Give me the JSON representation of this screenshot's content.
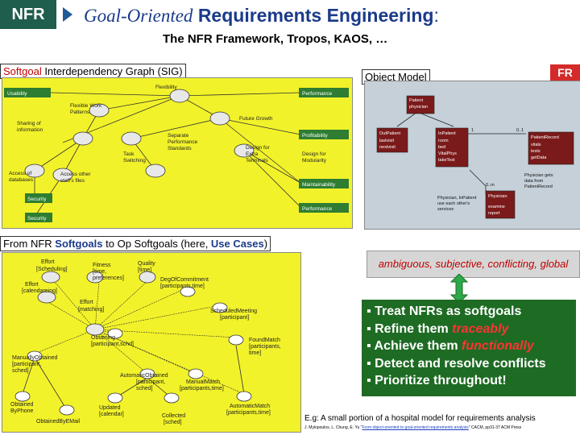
{
  "badge": "NFR",
  "title": {
    "italic": "Goal-Oriented",
    "bold": "Requirements Engineering",
    "colon": ":"
  },
  "subtitle": "The NFR Framework, Tropos, KAOS, …",
  "sig": {
    "label_prefix": "Softgoal",
    "label_rest": " Interdependency Graph (SIG)",
    "nodes": [
      "Usability",
      "Flexibility",
      "Performance",
      "Flexible Work",
      "Patterns",
      "Sharing of",
      "information",
      "Future Growth",
      "Profitability",
      "Separate",
      "Performance",
      "Standards",
      "Task",
      "Switching",
      "Design for",
      "Extra",
      "Terminals",
      "Design for",
      "Modularity",
      "Access of",
      "databases",
      "Access other",
      "staff's files",
      "Maintainability",
      "Security",
      "Performance",
      "Security"
    ]
  },
  "object_model": {
    "label": "Object Model",
    "classes": [
      {
        "name": "Patient",
        "attrs": [
          "physician"
        ]
      },
      {
        "name": "OutPatient",
        "attrs": [
          "lastvisit",
          "nextvisit"
        ]
      },
      {
        "name": "InPatient",
        "attrs": [
          "room",
          "bed",
          "VitalPhys",
          "takeTest"
        ]
      },
      {
        "name": "PatientRecord",
        "attrs": [
          "vitals",
          "tests",
          "getData"
        ]
      },
      {
        "name": "Physician",
        "attrs": [
          "examine",
          "report"
        ]
      }
    ],
    "multiplicity_1": "1",
    "multiplicity_01": "0..1",
    "multiplicity_0m": "0..m",
    "note1": [
      "Physician gets",
      "data from",
      "PatientRecord"
    ],
    "note2": [
      "Physician, InPatient",
      "use each other's",
      "services"
    ]
  },
  "fr_label": "FR",
  "uc": {
    "label_a": "From NFR ",
    "label_b": "Softgoals",
    "label_c": " to Op Softgoals (here, ",
    "label_d": "Use Cases",
    "label_e": ")",
    "nodes": [
      "Effort",
      "[Scheduling]",
      "Fitness",
      "[time,",
      "preferences]",
      "Quality",
      "[time]",
      "DegOfCommitment",
      "[participants,time]",
      "Effort",
      "[calendareing]",
      "Effort",
      "[matching]",
      "ScheduledMeeting",
      "[participant]",
      "Obtaining",
      "[participant,schd]",
      "FoundMatch",
      "[participants,",
      "time]",
      "ManuallyObtained",
      "[participant,",
      "sched]",
      "AutomaticObtained",
      "[participant,",
      "sched]",
      "ManualMatch",
      "[participants,time]",
      "Obtained",
      "ByPhone",
      "ObtainedByEMail",
      "Updated",
      "[calendar]",
      "Collected",
      "[sched]",
      "AutomaticMatch",
      "[participants,time]"
    ]
  },
  "ambiguous": "ambiguous, subjective, conflicting, global",
  "list": {
    "items": [
      {
        "bullet": "▪",
        "text": "Treat NFRs as softgoals",
        "hl": ""
      },
      {
        "bullet": "▪",
        "text": "Refine them ",
        "hl": "traceably"
      },
      {
        "bullet": "▪",
        "text": "Achieve them ",
        "hl": "functionally"
      },
      {
        "bullet": "▪",
        "text": "Detect and resolve conflicts",
        "hl": ""
      },
      {
        "bullet": "▪",
        "text": "Prioritize throughout!",
        "hl": ""
      }
    ]
  },
  "footnote": "E.g: A small portion of a hospital model for requirements analysis",
  "citation": {
    "pre": "J. Mylopoulos, L. Chung, E. Yu \"",
    "link": "From object-oriented to goal-oriented requirements analysis",
    "post": "\" CACM, pp31-37 ACM Press"
  },
  "colors": {
    "badge": "#1f5d4c",
    "title": "#1a3a8a",
    "sig_bg": "#f2f22a",
    "green": "#1e6b24",
    "fr": "#d42a2a",
    "om_bg": "#c5d0d8",
    "class_bg": "#7b1a1a"
  }
}
